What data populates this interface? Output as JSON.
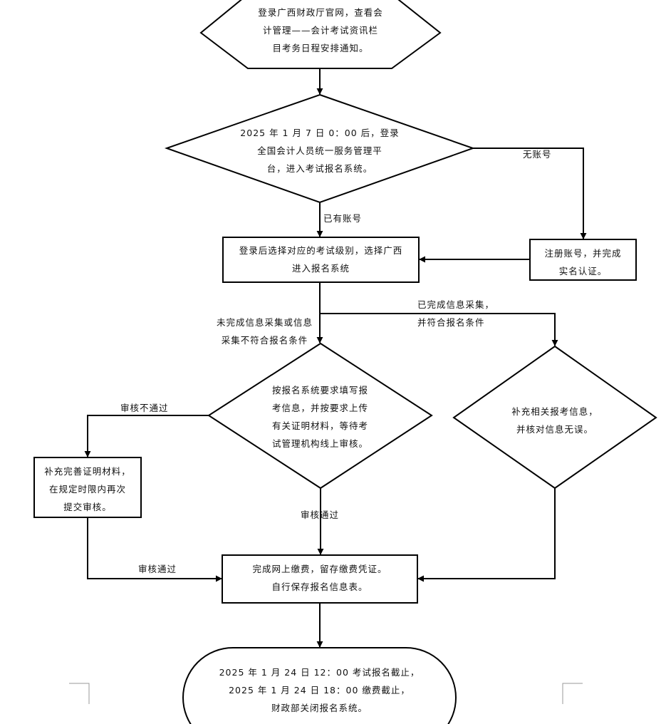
{
  "nodes": {
    "start": [
      "登录广西财政厅官网，查看会",
      "计管理——会计考试资讯栏",
      "目考务日程安排通知。"
    ],
    "login": [
      "2025 年 1 月 7 日 0：00 后，登录",
      "全国会计人员统一服务管理平",
      "台，进入考试报名系统。"
    ],
    "select_level": [
      "登录后选择对应的考试级别，选择广西",
      "进入报名系统"
    ],
    "register": [
      "注册账号，并完成",
      "实名认证。"
    ],
    "fill_info": [
      "按报名系统要求填写报",
      "考信息，并按要求上传",
      "有关证明材料，等待考",
      "试管理机构线上审核。"
    ],
    "supplement_check": [
      "补充相关报考信息，",
      "并核对信息无误。"
    ],
    "resubmit": [
      "补充完善证明材料，",
      "在规定时限内再次",
      "提交审核。"
    ],
    "payment": [
      "完成网上缴费，留存缴费凭证。",
      "自行保存报名信息表。"
    ],
    "end": [
      "2025 年 1 月 24 日 12：00 考试报名截止，",
      "2025 年 1 月 24 日 18：00 缴费截止，",
      "财政部关闭报名系统。"
    ]
  },
  "edge_labels": {
    "no_account": "无账号",
    "has_account": "已有账号",
    "info_incomplete": [
      "未完成信息采集或信息",
      "采集不符合报名条件"
    ],
    "info_complete": [
      "已完成信息采集，",
      "并符合报名条件"
    ],
    "review_failed": "审核不通过",
    "review_passed_center": "审核通过",
    "review_passed_left": "审核通过"
  },
  "colors": {
    "stroke": "#000000",
    "text": "#111111",
    "background": "#ffffff"
  }
}
